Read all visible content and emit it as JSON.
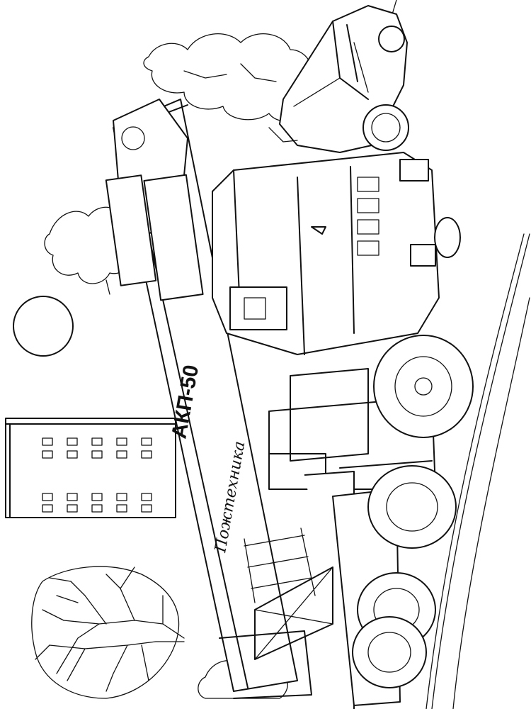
{
  "truck": {
    "model_label": "АКП-50",
    "brand_label": "Пожтехника"
  },
  "colors": {
    "line": "#111111",
    "paper": "#ffffff"
  },
  "scene_elements": [
    "sun",
    "apartment-building",
    "trees",
    "truck",
    "car",
    "road"
  ]
}
